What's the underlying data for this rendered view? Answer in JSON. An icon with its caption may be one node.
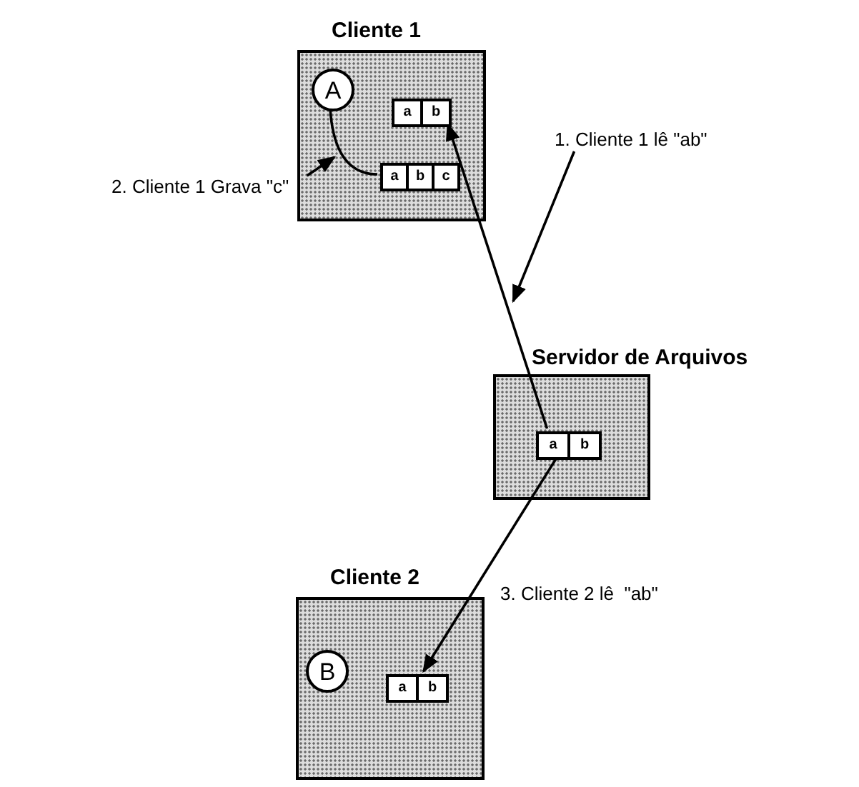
{
  "diagram": {
    "nodes": [
      {
        "text": [
          "Cliente 1"
        ]
      },
      {
        "text": [
          "A"
        ],
        "in": 0
      },
      {
        "text": [
          "a",
          "b"
        ],
        "in": 0
      },
      {
        "text": [
          "a",
          "b",
          "c"
        ],
        "in": 0
      },
      {
        "text": [
          "Servidor de Arquivos"
        ]
      },
      {
        "text": [
          "a",
          "b"
        ],
        "in": 4
      },
      {
        "text": [
          "Cliente 2"
        ]
      },
      {
        "text": [
          "B"
        ],
        "in": 6
      },
      {
        "text": [
          "a",
          "b"
        ],
        "in": 6
      },
      {
        "text": [
          "1. Cliente 1 lê \"ab\""
        ]
      },
      {
        "text": [
          "2. Cliente 1 Grava \"c\""
        ]
      }
    ],
    "edges": [
      {
        "from": 5,
        "to": 2,
        "arrow": "to"
      },
      {
        "from": 1,
        "to": 3,
        "arrow": "none"
      },
      {
        "from": 9,
        "to": null,
        "arrow": "to"
      },
      {
        "from": 10,
        "to": null,
        "arrow": "to"
      },
      {
        "from": 5,
        "to": 8,
        "arrow": "to"
      }
    ],
    "labels": [
      "3. Cliente 2 lê  \"ab\""
    ]
  }
}
